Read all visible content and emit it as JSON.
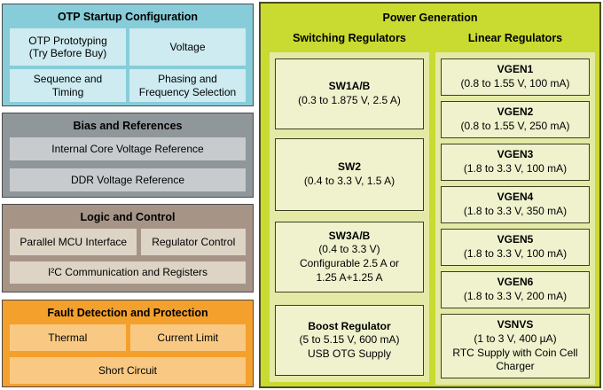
{
  "diagram": {
    "left_blocks": [
      {
        "title": "OTP Startup Configuration",
        "colors": {
          "bg": "#87CDD9",
          "cell": "#CDEBF0"
        },
        "cells": [
          {
            "lines": [
              "OTP Prototyping",
              "(Try Before Buy)"
            ]
          },
          {
            "lines": [
              "Voltage"
            ]
          },
          {
            "lines": [
              "Sequence and",
              "Timing"
            ]
          },
          {
            "lines": [
              "Phasing and",
              "Frequency Selection"
            ]
          }
        ]
      },
      {
        "title": "Bias and References",
        "colors": {
          "bg": "#8F979B",
          "cell": "#C7CBCD"
        },
        "cells": [
          {
            "lines": [
              "Internal Core Voltage Reference"
            ]
          },
          {
            "lines": [
              "DDR Voltage Reference"
            ]
          }
        ]
      },
      {
        "title": "Logic and Control",
        "colors": {
          "bg": "#A69586",
          "cell": "#DDD4C6"
        },
        "cells": [
          {
            "lines": [
              "Parallel MCU Interface"
            ]
          },
          {
            "lines": [
              "Regulator Control"
            ]
          },
          {
            "lines": [
              "I²C Communication and Registers"
            ]
          }
        ]
      },
      {
        "title": "Fault Detection and Protection",
        "colors": {
          "bg": "#F4A02C",
          "cell": "#F9C983"
        },
        "cells": [
          {
            "lines": [
              "Thermal"
            ]
          },
          {
            "lines": [
              "Current Limit"
            ]
          },
          {
            "lines": [
              "Short Circuit"
            ]
          }
        ]
      }
    ],
    "power": {
      "title": "Power Generation",
      "colors": {
        "bg": "#C9DA30",
        "sub_panel": "#E4EAA6",
        "cell": "#EFF2CD",
        "border": "#4a4d1e"
      },
      "switching": {
        "title": "Switching Regulators",
        "cells": [
          {
            "name": "SW1A/B",
            "lines": [
              "(0.3 to 1.875 V,  2.5 A)"
            ]
          },
          {
            "name": "SW2",
            "lines": [
              "(0.4 to 3.3 V, 1.5 A)"
            ]
          },
          {
            "name": "SW3A/B",
            "lines": [
              "(0.4 to 3.3 V)",
              "Configurable 2.5 A or",
              "1.25 A+1.25 A"
            ]
          },
          {
            "name": "Boost Regulator",
            "lines": [
              "(5 to 5.15 V, 600 mA)",
              "USB OTG Supply"
            ]
          }
        ]
      },
      "linear": {
        "title": "Linear Regulators",
        "cells": [
          {
            "name": "VGEN1",
            "lines": [
              "(0.8 to 1.55 V, 100 mA)"
            ]
          },
          {
            "name": "VGEN2",
            "lines": [
              "(0.8 to 1.55 V, 250 mA)"
            ]
          },
          {
            "name": "VGEN3",
            "lines": [
              "(1.8 to 3.3 V, 100 mA)"
            ]
          },
          {
            "name": "VGEN4",
            "lines": [
              "(1.8 to 3.3 V, 350 mA)"
            ]
          },
          {
            "name": "VGEN5",
            "lines": [
              "(1.8 to 3.3 V, 100 mA)"
            ]
          },
          {
            "name": "VGEN6",
            "lines": [
              "(1.8 to 3.3 V, 200 mA)"
            ]
          },
          {
            "name": "VSNVS",
            "lines": [
              "(1 to 3 V, 400 µA)",
              "RTC Supply with Coin Cell",
              "Charger"
            ]
          }
        ]
      }
    }
  }
}
